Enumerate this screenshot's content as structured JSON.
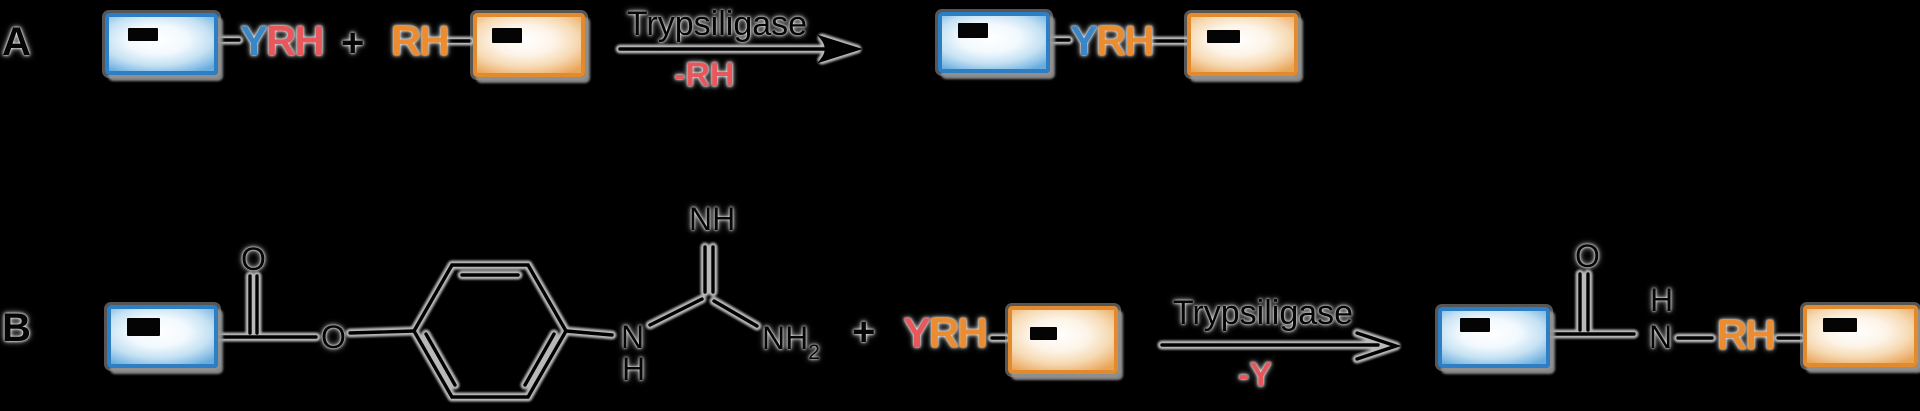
{
  "figure": {
    "panel_a": {
      "label": "A",
      "reactant1_linker": {
        "y": "Y",
        "r": "R",
        "h": "H"
      },
      "plus": "+",
      "reactant2_linker": {
        "r": "R",
        "h": "H"
      },
      "arrow": {
        "enzyme": "Trypsiligase",
        "byproduct": "-RH"
      },
      "product_linker": {
        "y": "Y",
        "r": "R",
        "h": "H"
      }
    },
    "panel_b": {
      "label": "B",
      "substrate_atoms": {
        "carbonyl_o": "O",
        "ester_o": "O",
        "imine_nh": "NH",
        "aniline_n": "N",
        "aniline_h": "H",
        "amine_nh": "NH",
        "amine_subscript": "2"
      },
      "plus": "+",
      "reactant_linker": {
        "y": "Y",
        "r": "R",
        "h": "H"
      },
      "arrow": {
        "enzyme": "Trypsiligase",
        "byproduct": "-Y"
      },
      "product_atoms": {
        "carbonyl_o": "O",
        "amide_h": "H",
        "amide_n": "N"
      },
      "product_linker": {
        "r": "R",
        "h": "H"
      }
    },
    "colors": {
      "letter_blue": "#3a87c8",
      "letter_red": "#e8575c",
      "letter_orange": "#ea8c2f",
      "box_blue_border": "#2d7ec2",
      "box_orange_border": "#e28a2e",
      "linework": "#000000",
      "halo": "#c9c9c9",
      "background": "#000000"
    }
  }
}
